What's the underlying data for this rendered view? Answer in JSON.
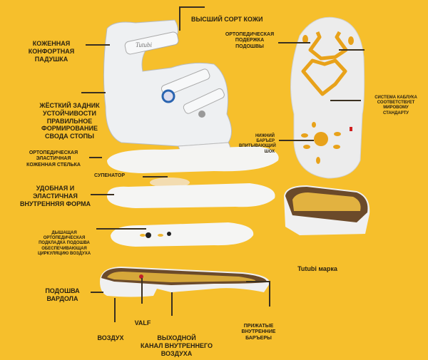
{
  "labels": {
    "top_leather": "ВЫСШИЙ СОРТ КОЖИ",
    "cushion": "КОЖЕННАЯ\nКОНФОРТНАЯ\nПАДУШКА",
    "heel_counter": "ЖЁСТКИЙ ЗАДНИК\nУСТОЙЧИВОСТИ\nПРАВИЛЬНОЕ\nФОРМИРОВАНИЕ\nСВОДА СТОПЫ",
    "insole": "ОРТОПЕДИЧЕСКАЯ\nЭЛАСТИЧНАЯ\nКОЖЕННАЯ СТЕЛЬКА",
    "supinator": "СУПЕНАТОР",
    "inner_form": "УДОБНАЯ И\nЭЛАСТИЧНАЯ\nВНУТРЕННЯЯ ФОРМА",
    "breathing_lining": "ДЫШАЩАЯ\nОРТОПЕДИЧЕСКАЯ\nПОДКЛАДКА ПОДОШВА\nОБЕСПЕЧИВАЮЩАЯ\nЦИРКУЛЯЦИЮ ВОЗДУХА",
    "sole": "ПОДОШВА\nВАРДОЛА",
    "air": "ВОЗДУХ",
    "valf": "VALF",
    "air_channel": "ВЫХОДНОЙ\nКАНАЛ ВНУТРЕННЕГО\nВОЗДУХА",
    "barriers": "ПРИЖАТЫЕ\nВНУТРЕННИЕ\nБАРЪЕРЫ",
    "arch_support": "ОРТОПЕДИЧЕСКАЯ\nПОДЕРЖКА\nПОДОШВЫ",
    "heel_system": "СИСТЕМА КАБЛУКА\nСООТВЕТСТВУЕТ\nМИРОВОМУ\nСТАНДАРТУ",
    "shock_barrier": "НИЖНИЙ\nБАРЪЕР\nВПИТЫВАЮЩИЙ\nШОК",
    "brand_mark": "Tutubi марка"
  },
  "logo_text": "Tutubi",
  "colors": {
    "background": "#f6bf2c",
    "sole_accent": "#e8a21a"
  }
}
